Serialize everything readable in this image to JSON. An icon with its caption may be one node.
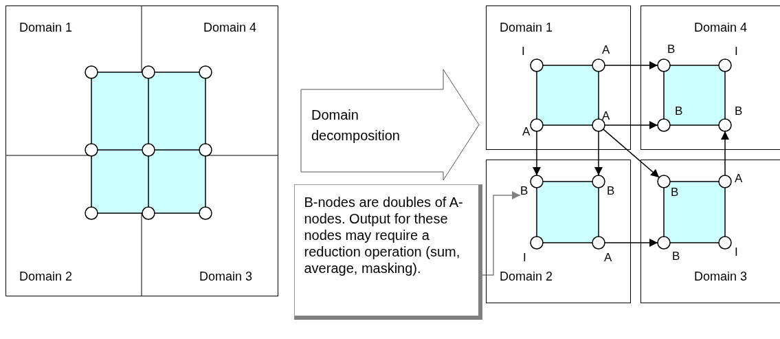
{
  "diagram": {
    "nodes": [
      {
        "text": [],
        "shape": "box"
      },
      {
        "text": [
          "Domain 1"
        ],
        "in": 0
      },
      {
        "text": [
          "Domain 4"
        ],
        "in": 0
      },
      {
        "text": [
          "Domain 2"
        ],
        "in": 0
      },
      {
        "text": [
          "Domain 3"
        ],
        "in": 0
      },
      {
        "text": [
          "Domain decomposition"
        ]
      },
      {
        "text": [
          "Domain 1"
        ]
      },
      {
        "text": [],
        "shape": "circle",
        "in": 6,
        "beside": [
          "I"
        ]
      },
      {
        "text": [],
        "shape": "circle",
        "in": 6,
        "beside": [
          "A"
        ]
      },
      {
        "text": [],
        "shape": "circle",
        "in": 6,
        "beside": [
          "A"
        ]
      },
      {
        "text": [],
        "shape": "circle",
        "in": 6,
        "beside": [
          "A"
        ]
      },
      {
        "text": [
          "Domain 4"
        ]
      },
      {
        "text": [],
        "shape": "circle",
        "in": 11,
        "beside": [
          "B"
        ]
      },
      {
        "text": [],
        "shape": "circle",
        "in": 11,
        "beside": [
          "I"
        ]
      },
      {
        "text": [],
        "shape": "circle",
        "in": 11,
        "beside": [
          "B"
        ]
      },
      {
        "text": [],
        "shape": "circle",
        "in": 11,
        "beside": [
          "B"
        ]
      },
      {
        "text": [
          "Domain 2"
        ]
      },
      {
        "text": [],
        "shape": "circle",
        "in": 16,
        "beside": [
          "B"
        ]
      },
      {
        "text": [],
        "shape": "circle",
        "in": 16,
        "beside": [
          "B"
        ]
      },
      {
        "text": [],
        "shape": "circle",
        "in": 16,
        "beside": [
          "I"
        ]
      },
      {
        "text": [],
        "shape": "circle",
        "in": 16,
        "beside": [
          "A"
        ]
      },
      {
        "text": [
          "Domain 3"
        ]
      },
      {
        "text": [],
        "shape": "circle",
        "in": 21,
        "beside": [
          "B"
        ]
      },
      {
        "text": [],
        "shape": "circle",
        "in": 21,
        "beside": [
          "A"
        ]
      },
      {
        "text": [],
        "shape": "circle",
        "in": 21,
        "beside": [
          "B"
        ]
      },
      {
        "text": [],
        "shape": "circle",
        "in": 21,
        "beside": [
          "I"
        ]
      },
      {
        "text": [
          "B-nodes are doubles of A-nodes. Output for these nodes may require a reduction operation (sum, average, masking)."
        ]
      }
    ],
    "edges": [
      {
        "from": 7,
        "to": 8,
        "arrow": "none"
      },
      {
        "from": 7,
        "to": 9,
        "arrow": "none"
      },
      {
        "from": 8,
        "to": 10,
        "arrow": "none"
      },
      {
        "from": 9,
        "to": 10,
        "arrow": "none"
      },
      {
        "from": 12,
        "to": 13,
        "arrow": "none"
      },
      {
        "from": 12,
        "to": 14,
        "arrow": "none"
      },
      {
        "from": 13,
        "to": 15,
        "arrow": "none"
      },
      {
        "from": 14,
        "to": 15,
        "arrow": "none"
      },
      {
        "from": 17,
        "to": 18,
        "arrow": "none"
      },
      {
        "from": 17,
        "to": 19,
        "arrow": "none"
      },
      {
        "from": 18,
        "to": 20,
        "arrow": "none"
      },
      {
        "from": 19,
        "to": 20,
        "arrow": "none"
      },
      {
        "from": 22,
        "to": 23,
        "arrow": "none"
      },
      {
        "from": 22,
        "to": 24,
        "arrow": "none"
      },
      {
        "from": 23,
        "to": 25,
        "arrow": "none"
      },
      {
        "from": 24,
        "to": 25,
        "arrow": "none"
      },
      {
        "from": 8,
        "to": 12,
        "arrow": "to"
      },
      {
        "from": 10,
        "to": 14,
        "arrow": "to"
      },
      {
        "from": 9,
        "to": 17,
        "arrow": "to"
      },
      {
        "from": 10,
        "to": 18,
        "arrow": "to"
      },
      {
        "from": 10,
        "to": 22,
        "arrow": "to"
      },
      {
        "from": 23,
        "to": 15,
        "arrow": "to"
      },
      {
        "from": 20,
        "to": 24,
        "arrow": "to"
      },
      {
        "from": 26,
        "to": 17,
        "arrow": "to",
        "color": "#808080"
      }
    ]
  }
}
